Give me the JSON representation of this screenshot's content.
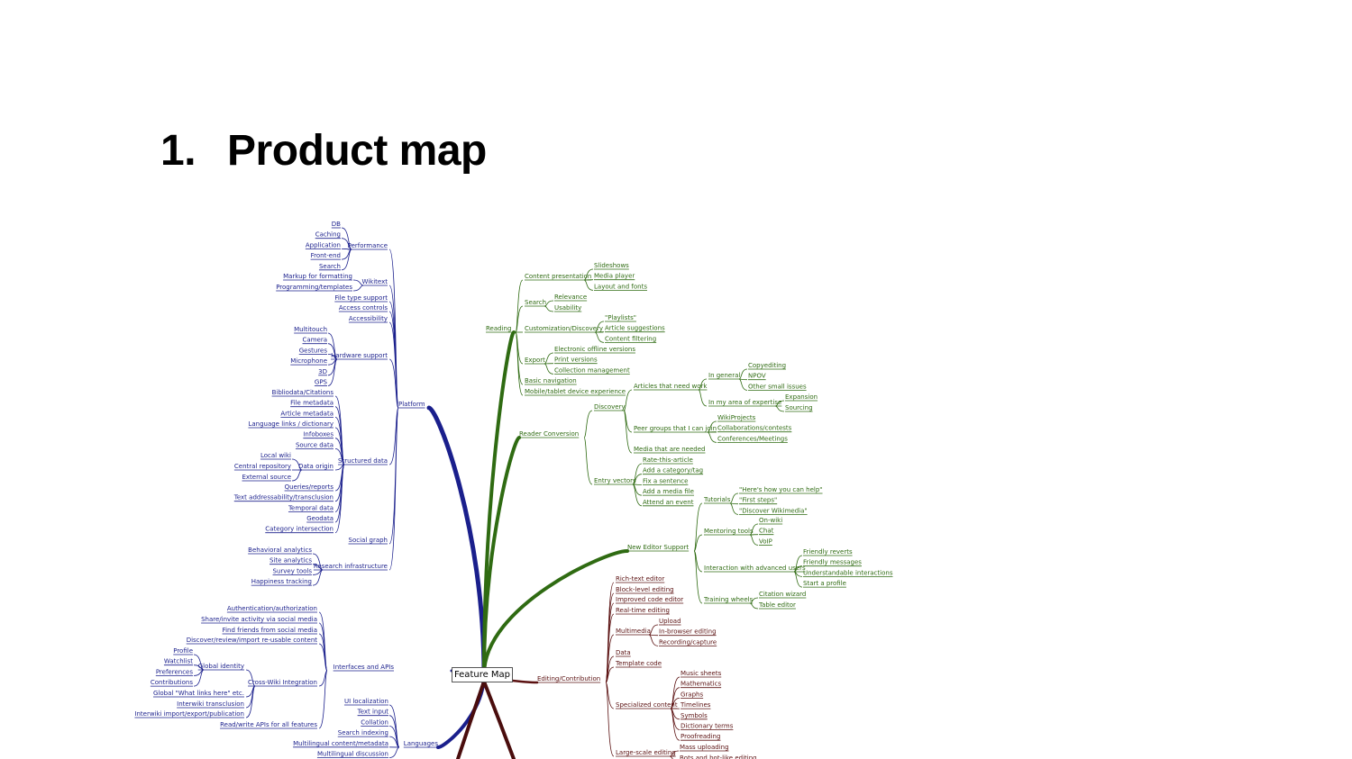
{
  "slide": {
    "number": "1.",
    "title": "Product map"
  },
  "colors": {
    "platform": "#1a1f8c",
    "reading": "#2f6b12",
    "editing": "#5a1010",
    "interfaces": "#1a1f8c"
  },
  "map": {
    "center": "Feature Map",
    "branches": [
      {
        "label": "Platform",
        "side": "left",
        "color": "#1a1f8c",
        "children": [
          {
            "label": "Performance",
            "children": [
              "DB",
              "Caching",
              "Application",
              "Front-end",
              "Search"
            ]
          },
          {
            "label": "Wikitext",
            "children": [
              "Markup for formatting",
              "Programming/templates"
            ]
          },
          {
            "label": "File type support"
          },
          {
            "label": "Access controls"
          },
          {
            "label": "Accessibility"
          },
          {
            "label": "Hardware support",
            "children": [
              "Multitouch",
              "Camera",
              "Gestures",
              "Microphone",
              "3D",
              "GPS"
            ]
          },
          {
            "label": "Structured data",
            "children": [
              "Bibliodata/Citations",
              "File metadata",
              "Article metadata",
              "Language links / dictionary",
              "Infoboxes",
              "Source data",
              {
                "label": "Data origin",
                "children": [
                  "Local wiki",
                  "Central repository",
                  "External source"
                ]
              },
              "Queries/reports",
              "Text addressability/transclusion",
              "Temporal data",
              "Geodata",
              "Category intersection"
            ]
          },
          {
            "label": "Social graph"
          },
          {
            "label": "Research infrastructure",
            "children": [
              "Behavioral analytics",
              "Site analytics",
              "Survey tools",
              "Happiness tracking"
            ]
          }
        ]
      },
      {
        "label": "Interfaces and APIs",
        "side": "left",
        "color": "#1a1f8c",
        "children": [
          {
            "label": "Authentication/authorization"
          },
          {
            "label": "Share/invite activity via social media"
          },
          {
            "label": "Find friends from social media"
          },
          {
            "label": "Discover/review/import re-usable content"
          },
          {
            "label": "Cross-Wiki Integration",
            "children": [
              {
                "label": "Global identity",
                "children": [
                  "Profile",
                  "Watchlist",
                  "Preferences",
                  "Contributions"
                ]
              },
              "Global \"What links here\" etc.",
              "Interwiki transclusion",
              "Interwiki import/export/publication"
            ]
          },
          {
            "label": "Read/write APIs for all features"
          }
        ]
      },
      {
        "label": "Languages",
        "side": "left",
        "color": "#1a1f8c",
        "children": [
          "UI localization",
          "Text input",
          "Collation",
          "Search indexing",
          "Multilingual content/metadata",
          "Multilingual discussion"
        ]
      },
      {
        "label": "Reading",
        "side": "right",
        "color": "#2f6b12",
        "children": [
          {
            "label": "Content presentation",
            "children": [
              "Slideshows",
              "Media player",
              "Layout and fonts"
            ]
          },
          {
            "label": "Search",
            "children": [
              "Relevance",
              "Usability"
            ]
          },
          {
            "label": "Customization/Discovery",
            "children": [
              "\"Playlists\"",
              "Article suggestions",
              "Content filtering"
            ]
          },
          {
            "label": "Export",
            "children": [
              "Electronic offline versions",
              "Print versions",
              "Collection management"
            ]
          },
          {
            "label": "Basic navigation"
          },
          {
            "label": "Mobile/tablet device experience"
          }
        ]
      },
      {
        "label": "Reader Conversion",
        "side": "right",
        "color": "#2f6b12",
        "children": [
          {
            "label": "Discovery",
            "children": [
              {
                "label": "Articles that need work",
                "children": [
                  {
                    "label": "In general",
                    "children": [
                      "Copyediting",
                      "NPOV",
                      "Other small issues"
                    ]
                  },
                  {
                    "label": "In my area of expertise",
                    "children": [
                      "Expansion",
                      "Sourcing"
                    ]
                  }
                ]
              },
              {
                "label": "Peer groups that I can join",
                "children": [
                  "WikiProjects",
                  "Collaborations/contests",
                  "Conferences/Meetings"
                ]
              },
              "Media that are needed"
            ]
          },
          {
            "label": "Entry vectors",
            "children": [
              "Rate-this-article",
              "Add a category/tag",
              "Fix a sentence",
              "Add a media file",
              "Attend an event"
            ]
          }
        ]
      },
      {
        "label": "New Editor Support",
        "side": "right",
        "color": "#2f6b12",
        "children": [
          {
            "label": "Tutorials",
            "children": [
              "\"Here's how you can help\"",
              "\"First steps\"",
              "\"Discover Wikimedia\""
            ]
          },
          {
            "label": "Mentoring tools",
            "children": [
              "On-wiki",
              "Chat",
              "VoIP"
            ]
          },
          {
            "label": "Interaction with advanced users",
            "children": [
              "Friendly reverts",
              "Friendly messages",
              "Understandable interactions",
              "Start a profile"
            ]
          },
          {
            "label": "Training wheels",
            "children": [
              "Citation wizard",
              "Table editor"
            ]
          }
        ]
      },
      {
        "label": "Editing/Contribution",
        "side": "right",
        "color": "#5a1010",
        "children": [
          {
            "label": "Rich-text editor"
          },
          {
            "label": "Block-level editing"
          },
          {
            "label": "Improved code editor"
          },
          {
            "label": "Real-time editing"
          },
          {
            "label": "Multimedia",
            "children": [
              "Upload",
              "In-browser editing",
              "Recording/capture"
            ]
          },
          {
            "label": "Data"
          },
          {
            "label": "Template code"
          },
          {
            "label": "Specialized content",
            "children": [
              "Music sheets",
              "Mathematics",
              "Graphs",
              "Timelines",
              "Symbols",
              "Dictionary terms",
              "Proofreading"
            ]
          },
          {
            "label": "Large-scale editing",
            "children": [
              "Mass uploading",
              "Bots and bot-like editing"
            ]
          }
        ]
      }
    ]
  }
}
